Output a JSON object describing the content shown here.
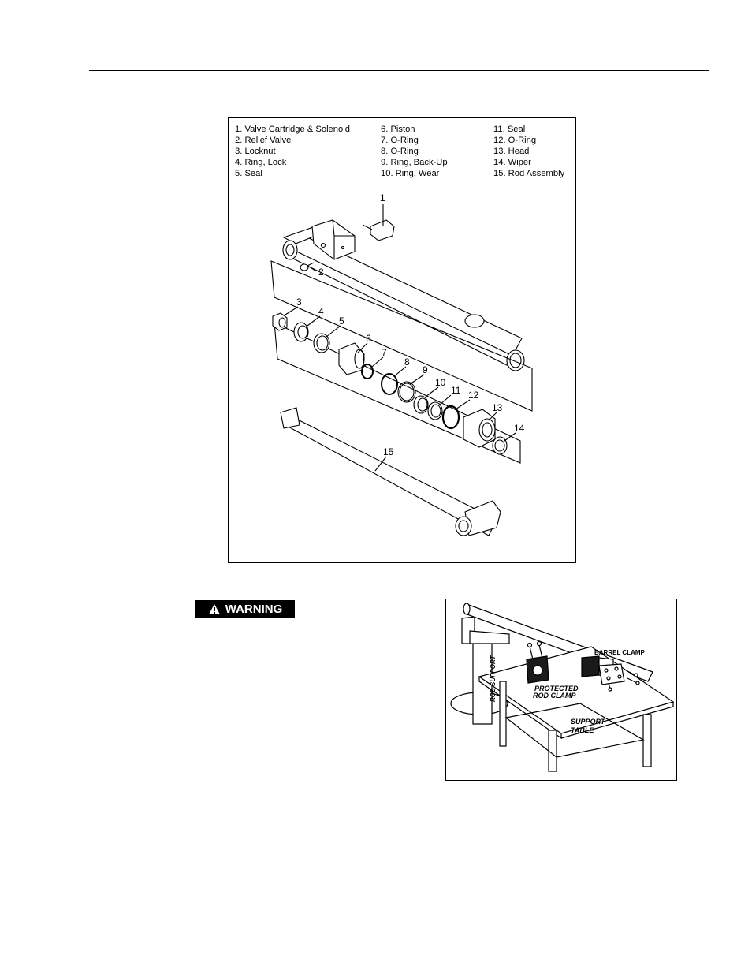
{
  "figure1": {
    "legend": {
      "col1": [
        "1. Valve Cartridge & Solenoid",
        "2. Relief Valve",
        "3. Locknut",
        "4. Ring, Lock",
        "5. Seal"
      ],
      "col2": [
        "6. Piston",
        "7. O-Ring",
        "8. O-Ring",
        "9. Ring, Back-Up",
        "10. Ring, Wear"
      ],
      "col3": [
        "11. Seal",
        "12. O-Ring",
        "13. Head",
        "14. Wiper",
        "15. Rod Assembly"
      ]
    },
    "callouts": [
      "1",
      "2",
      "3",
      "4",
      "5",
      "6",
      "7",
      "8",
      "9",
      "10",
      "11",
      "12",
      "13",
      "14",
      "15"
    ]
  },
  "warning": {
    "label": "WARNING"
  },
  "figure2": {
    "labels": {
      "barrel_clamp": "BARREL CLAMP",
      "protected_rod_clamp_1": "PROTECTED",
      "protected_rod_clamp_2": "ROD CLAMP",
      "support_table_1": "SUPPORT",
      "support_table_2": "TABLE",
      "rod_support": "ROD SUPPORT"
    }
  }
}
